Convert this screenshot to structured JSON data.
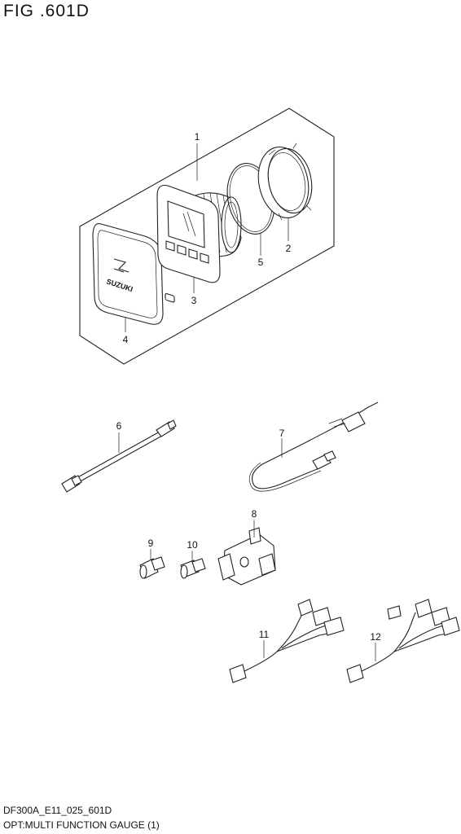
{
  "figure": {
    "title": "FIG .601D"
  },
  "parts": [
    {
      "id": "1",
      "label": "1"
    },
    {
      "id": "2",
      "label": "2"
    },
    {
      "id": "3",
      "label": "3"
    },
    {
      "id": "4",
      "label": "4"
    },
    {
      "id": "5",
      "label": "5"
    },
    {
      "id": "6",
      "label": "6"
    },
    {
      "id": "7",
      "label": "7"
    },
    {
      "id": "8",
      "label": "8"
    },
    {
      "id": "9",
      "label": "9"
    },
    {
      "id": "10",
      "label": "10"
    },
    {
      "id": "11",
      "label": "11"
    },
    {
      "id": "12",
      "label": "12"
    }
  ],
  "brand_logo_text": "SUZUKI",
  "footer": {
    "code": "DF300A_E11_025_601D",
    "description": "OPT:MULTI FUNCTION GAUGE (1)"
  }
}
